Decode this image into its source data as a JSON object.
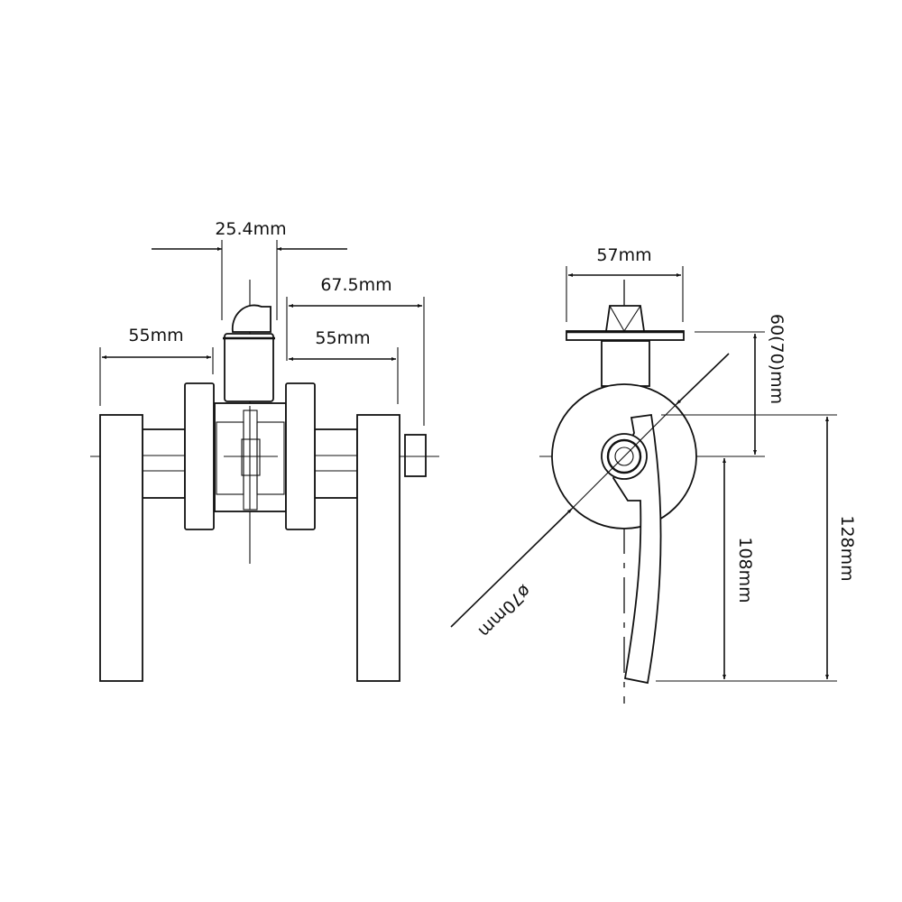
{
  "drawing": {
    "front_view": {
      "dimensions": {
        "cylinder_width": "25.4mm",
        "backset_large": "67.5mm",
        "lever_projection_left": "55mm",
        "lever_projection_right": "55mm"
      }
    },
    "side_view": {
      "dimensions": {
        "plate_width": "57mm",
        "backset_vertical": "60(70)mm",
        "rose_diameter": "ø70mm",
        "lever_length": "108mm",
        "total_height": "128mm"
      }
    },
    "colors": {
      "line": "#111111",
      "background": "#ffffff"
    }
  }
}
